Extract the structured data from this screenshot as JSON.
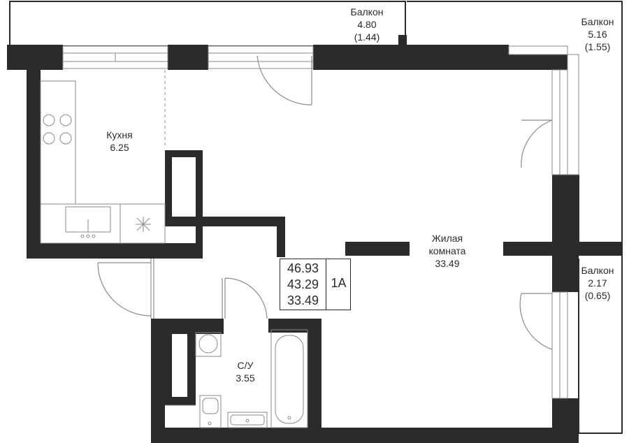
{
  "rooms": {
    "balcony_top": {
      "name": "Балкон",
      "area": "4.80",
      "reduced": "(1.44)"
    },
    "balcony_right_top": {
      "name": "Балкон",
      "area": "5.16",
      "reduced": "(1.55)"
    },
    "balcony_right_bottom": {
      "name": "Балкон",
      "area": "2.17",
      "reduced": "(0.65)"
    },
    "kitchen": {
      "name": "Кухня",
      "area": "6.25"
    },
    "living": {
      "name_line1": "Жилая",
      "name_line2": "комната",
      "area": "33.49"
    },
    "bathroom": {
      "name": "С/У",
      "area": "3.55"
    }
  },
  "summary": {
    "total": "46.93",
    "without_balconies": "43.29",
    "living": "33.49",
    "type": "1А"
  },
  "colors": {
    "wall": "#2b2b2b",
    "line": "#9a9a9a",
    "fill": "#ffffff"
  }
}
